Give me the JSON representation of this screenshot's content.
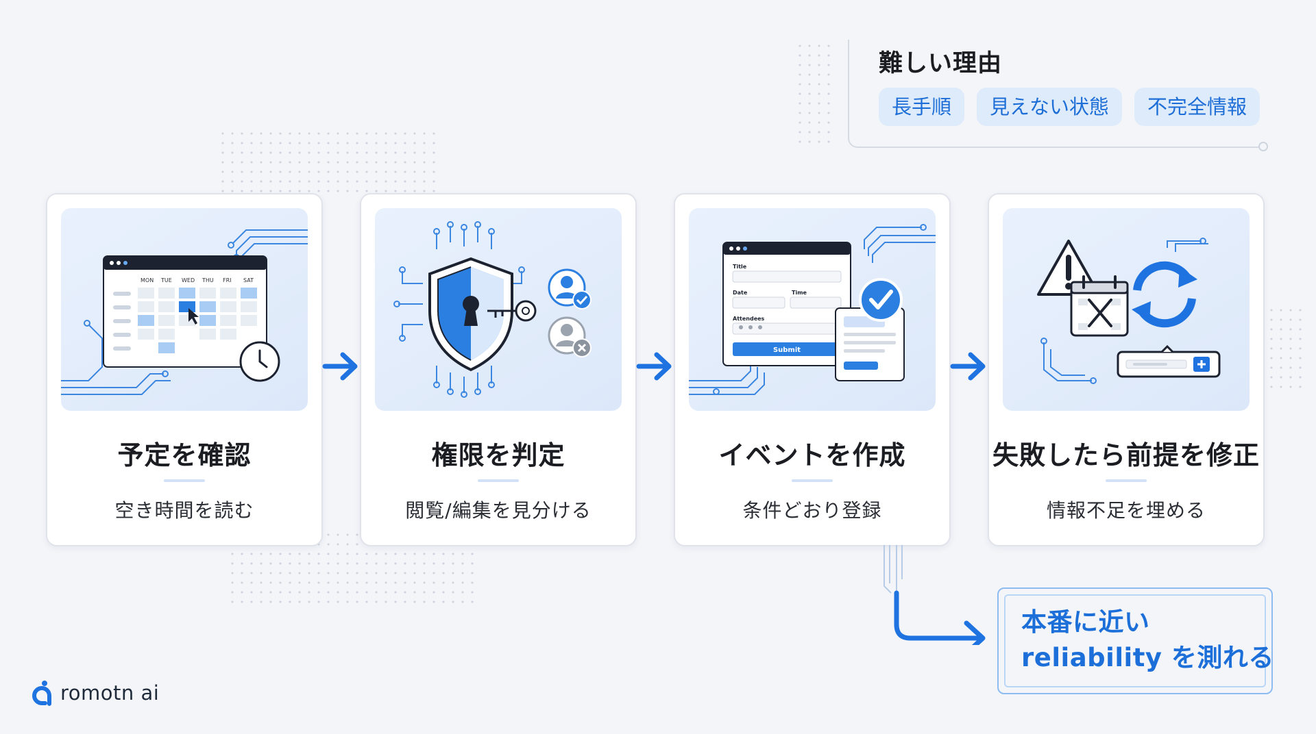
{
  "reasons": {
    "title": "難しい理由",
    "chips": [
      "長手順",
      "見えない状態",
      "不完全情報"
    ]
  },
  "steps": [
    {
      "title": "予定を確認",
      "subtitle": "空き時間を読む",
      "icon": "calendar-icon"
    },
    {
      "title": "権限を判定",
      "subtitle": "閲覧/編集を見分ける",
      "icon": "shield-key-icon"
    },
    {
      "title": "イベントを作成",
      "subtitle": "条件どおり登録",
      "icon": "event-form-icon"
    },
    {
      "title": "失敗したら前提を修正",
      "subtitle": "情報不足を埋める",
      "icon": "warning-refresh-icon"
    }
  ],
  "calendar": {
    "days": [
      "MON",
      "TUE",
      "WED",
      "THU",
      "FRI",
      "SAT"
    ]
  },
  "form": {
    "title_label": "Title",
    "date_label": "Date",
    "time_label": "Time",
    "attendees_label": "Attendees",
    "submit_label": "Submit"
  },
  "result": {
    "line1": "本番に近い",
    "line2": "reliability を測れる"
  },
  "logo": {
    "text": "romotn ai"
  },
  "colors": {
    "accent": "#1c6fd8",
    "chip_bg": "#deebfb",
    "background": "#f3f5f9"
  }
}
